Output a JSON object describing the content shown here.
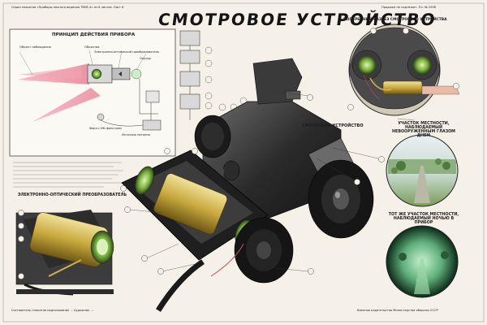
{
  "poster": {
    "title": "СМОТРОВОЕ УСТРОЙСТВО",
    "header_left": "Серия плакатов «Приборы ночного видения ТВНЕ-4» из 8 листов. Лист 6",
    "header_right": "Продаже не подлежит. Пл. № 2598",
    "sections": {
      "principle": "ПРИНЦИП ДЕЙСТВИЯ ПРИБОРА",
      "cross_section": "ПОПЕРЕЧНЫЙ РАЗРЕЗ СМОТРОВОГО УСТРОЙСТВА",
      "converter": "ЭЛЕКТРОННО-ОПТИЧЕСКИЙ ПРЕОБРАЗОВАТЕЛЬ",
      "device": "СМОТРОВОЕ УСТРОЙСТВО"
    },
    "captions": {
      "day": "УЧАСТОК МЕСТНОСТИ, НАБЛЮДАЕМЫЙ НЕВООРУЖЕННЫМ ГЛАЗОМ ДНЕМ",
      "night": "ТОТ ЖЕ УЧАСТОК МЕСТНОСТИ, НАБЛЮДАЕМЫЙ НОЧЬЮ В ПРИБОР"
    },
    "principle_labels": {
      "target": "Объект наблюдения",
      "lens": "Объектив",
      "eop": "Электронно-оптический преобразователь",
      "eyepiece": "Окуляр",
      "source": "Источник питания",
      "headlight": "Фара с ИК-фильтром"
    },
    "footer_left": "Составитель плакатов подполковник ... Художник ...",
    "footer_right": "Военное издательство Министерства обороны СССР",
    "colors": {
      "ir_beam": "#e8899c",
      "body": "#2a2a2a",
      "brass": "#c9a93e",
      "night_green": "#5fae7a"
    }
  }
}
